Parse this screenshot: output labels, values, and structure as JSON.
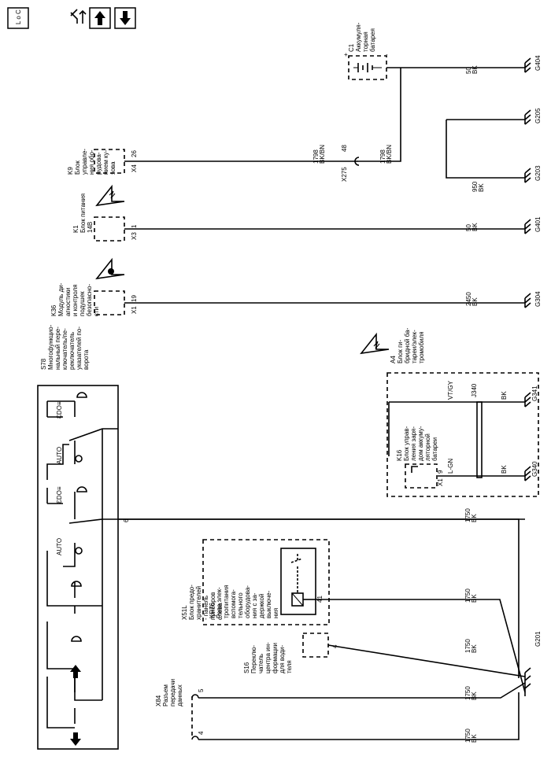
{
  "toolbar": {
    "legend_label": "L o C"
  },
  "battery": {
    "id": "C1",
    "name": [
      "Аккумуля-",
      "торная",
      "батарея"
    ],
    "plus": "+",
    "minus": "-"
  },
  "wires": {
    "w404": [
      "50",
      "BK"
    ],
    "w1798a": [
      "1798",
      "BK/BN"
    ],
    "w1798b": [
      "1798",
      "BK/BN"
    ],
    "w950": [
      "950",
      "BK"
    ],
    "w50b": [
      "50",
      "BK"
    ],
    "w2450": [
      "2450",
      "BK"
    ],
    "wvtgy": "VT/GY",
    "wbk1": "BK",
    "wlgn": "L-GN",
    "wbk2": "BK",
    "w1750a": [
      "1750",
      "BK"
    ],
    "w1750b": [
      "1750",
      "BK"
    ],
    "w1750c": [
      "1750",
      "BK"
    ],
    "w1750d": [
      "1750",
      "BK"
    ],
    "w1750e": [
      "1750",
      "BK"
    ]
  },
  "grounds": {
    "g404": "G404",
    "g205": "G205",
    "g203": "G203",
    "g401": "G401",
    "g304": "G304",
    "g341": "G341",
    "g340": "G340",
    "g201": "G201"
  },
  "splice": {
    "id": "X275",
    "pin": "48"
  },
  "k9": {
    "id": "K9",
    "name": [
      "Блок",
      "управле-",
      "ния обо-",
      "рудова-",
      "нием ку-",
      "зова"
    ],
    "conn": "X4",
    "pin": "26"
  },
  "k1": {
    "id": "K1",
    "name": [
      "Блок питания",
      "14В"
    ],
    "conn": "X3",
    "pin": "1"
  },
  "k36": {
    "id": "K36",
    "name": [
      "Модуль ди-",
      "агностики",
      "и контроля",
      "подушек",
      "безопасно-",
      "сти"
    ],
    "conn": "X1",
    "pin": "19"
  },
  "s78": {
    "id": "S78",
    "name": [
      "Многофункцио-",
      "нальный пере-",
      "ключатель/пе-",
      "реключатель",
      "указателей по-",
      "ворота"
    ],
    "pin": "6",
    "auto1": "AUTO",
    "auto2": "AUTO"
  },
  "a4": {
    "id": "A4",
    "name": [
      "Блок ги-",
      "бридной ба-",
      "тареи/элек-",
      "тромобиля"
    ],
    "j340": "J340"
  },
  "k16": {
    "id": "K16",
    "name": [
      "Блок управ-",
      "ления заря-",
      "дом аккуму-",
      "ляторной",
      "батареи"
    ],
    "conn": "X1",
    "pin": "9"
  },
  "x51l": {
    "id": "X51L",
    "name": [
      "Блок предо-",
      "хранителей",
      "- панель",
      "приборов",
      "слева"
    ]
  },
  "kr76": {
    "id": "KR76",
    "name": [
      "Реле элек-",
      "тропитания",
      "вспомога-",
      "тельного",
      "оборудова-",
      "ния с за-",
      "держкой",
      "выключе-",
      "ния"
    ],
    "pin": "41"
  },
  "s16": {
    "id": "S16",
    "name": [
      "Переклю-",
      "чатель",
      "центра ин-",
      "формации",
      "для води-",
      "теля"
    ],
    "pin": "4"
  },
  "x84": {
    "id": "X84",
    "name": [
      "Разъем",
      "передачи",
      "данных"
    ],
    "pin5": "5",
    "pin4": "4"
  }
}
